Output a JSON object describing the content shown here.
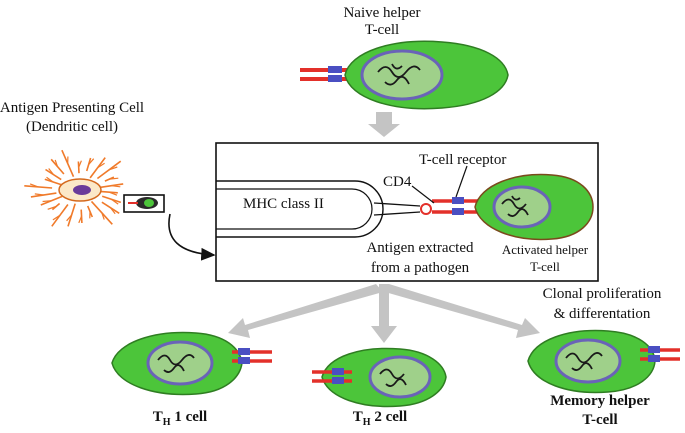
{
  "labels": {
    "naive_line1": "Naive helper",
    "naive_line2": "T-cell",
    "apc_line1": "Antigen Presenting Cell",
    "apc_line2": "(Dendritic cell)",
    "mhc": "MHC class II",
    "cd4": "CD4",
    "tcr": "T-cell receptor",
    "antigen_line1": "Antigen extracted",
    "antigen_line2": "from a pathogen",
    "activated_line1": "Activated helper",
    "activated_line2": "T-cell",
    "clonal_line1": "Clonal proliferation",
    "clonal_line2": "& differentation",
    "th1_prefix": "T",
    "th1_sub": "H",
    "th1_suffix": " 1 cell",
    "th2_prefix": "T",
    "th2_sub": "H",
    "th2_suffix": " 2 cell",
    "memory_line1": "Memory helper",
    "memory_line2": "T-cell"
  },
  "colors": {
    "cell_fill": "#4cc53a",
    "cell_stroke": "#2f7d22",
    "nucleus_fill": "#9fd08a",
    "nucleus_ring": "#6a63b8",
    "receptor_red": "#e3302a",
    "receptor_blue": "#4a4fc2",
    "dendrite": "#f07a2a",
    "arrow_gray": "#c4c4c4"
  }
}
